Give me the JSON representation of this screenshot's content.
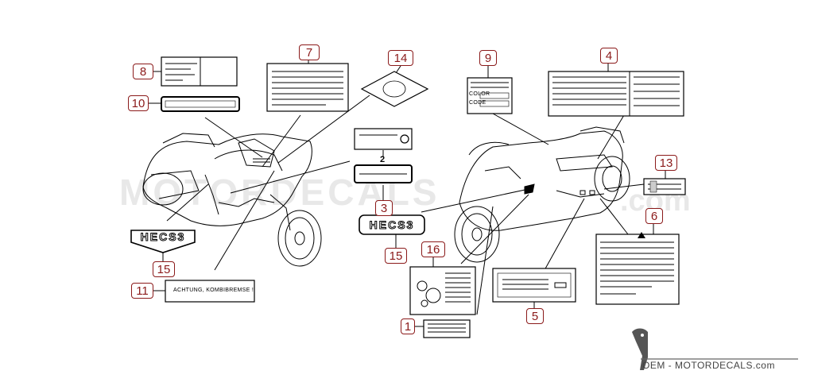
{
  "watermark": {
    "text": "MOTORDECALS",
    "domain": ".com",
    "brand": "OEM - MOTORDECALS.com"
  },
  "callouts": {
    "c1": "1",
    "c2": "2",
    "c3": "3",
    "c4": "4",
    "c5": "5",
    "c6": "6",
    "c7": "7",
    "c8": "8",
    "c9": "9",
    "c10": "10",
    "c11": "11",
    "c13": "13",
    "c14": "14",
    "c15a": "15",
    "c15b": "15",
    "c16": "16"
  },
  "labels": {
    "color_field": "COLOR",
    "code_field": "CODE",
    "warning_text": "ACHTUNG, KOMBIBREMSE !",
    "hecs_badge": "HECS3"
  },
  "colors": {
    "callout": "#8b1a1a",
    "linework": "#000000",
    "watermark": "#e6e6e6"
  }
}
